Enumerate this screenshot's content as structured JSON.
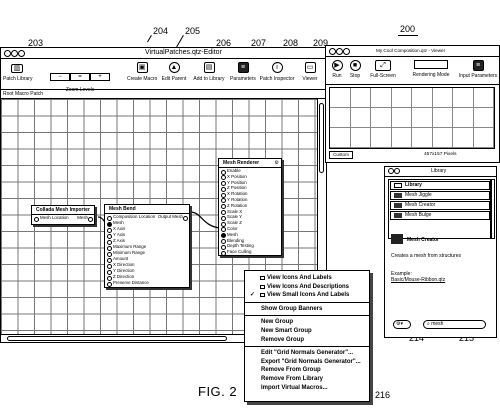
{
  "refs": {
    "r200": "200",
    "r203": "203",
    "r204": "204",
    "r205": "205",
    "r206": "206",
    "r207": "207",
    "r208": "208",
    "r209": "209",
    "r214": "214",
    "r215": "215",
    "r216": "216"
  },
  "figure_label": "FIG. 2",
  "editor": {
    "title": "VirtualPatches.qtz-Editor",
    "toolbar": {
      "patch_library": "Patch Library",
      "zoom_levels": "Zoom Levels",
      "zoom_buttons": [
        "−",
        "=",
        "+"
      ],
      "create_macro": "Create Macro",
      "edit_parent": "Edit Parent",
      "add_to_library": "Add to Library",
      "parameters": "Parameters",
      "patch_inspector": "Patch Inspector",
      "viewer": "Viewer"
    },
    "breadcrumb": "Root Macro Patch"
  },
  "patches": {
    "mesh_importer": {
      "title": "Collada Mesh Importer",
      "port_in": "Mesh Location",
      "port_out": "Mesh"
    },
    "mesh_bend": {
      "title": "Mesh Bend",
      "out_port": "Output Mesh",
      "inputs": [
        "Composition Location",
        "Mesh",
        "X Axis",
        "Y Axis",
        "Z Axis",
        "Maximum Range",
        "Minimum Range",
        "Amount",
        "X Direction",
        "Y Direction",
        "Z Direction",
        "Preserve Distance"
      ]
    },
    "mesh_renderer": {
      "title": "Mesh Renderer",
      "inputs": [
        "Enable",
        "X Position",
        "Y Position",
        "Z Position",
        "X Rotation",
        "Y Rotation",
        "Z Rotation",
        "Scale X",
        "Scale Y",
        "Scale Z",
        "Color",
        "Mesh",
        "Blending",
        "Depth Testing",
        "Face Culling"
      ]
    }
  },
  "context_menu": {
    "view_items": [
      {
        "label": "View Icons And Labels",
        "checked": false
      },
      {
        "label": "View Icons And Descriptions",
        "checked": false
      },
      {
        "label": "View Small Icons And Labels",
        "checked": true
      }
    ],
    "group_banners": "Show Group Banners",
    "group_items": [
      "New Group",
      "New Smart Group",
      "Remove Group"
    ],
    "library_items": [
      "Edit \"Grid Normals Generator\"...",
      "Export \"Grid Normals Generator\"...",
      "Remove From Group",
      "Remove From Library",
      "Import Virtual Macros..."
    ]
  },
  "viewer": {
    "title": "My Cool Composition.qtz - Viewer",
    "toolbar": {
      "run": "Run",
      "stop": "Stop",
      "full_screen": "Full-Screen",
      "rendering_mode": "Rendering Mode",
      "input_parameters": "Input Parameters"
    },
    "size_preset": "Custom",
    "pixels": "457x157 Pixels"
  },
  "library": {
    "title": "Library",
    "group": "Library",
    "items": [
      "Mesh Jiggle",
      "Mesh Creator",
      "Mesh Bulge"
    ],
    "detail_title": "Mesh Creator",
    "detail_desc": "Creates a mesh from structures",
    "example_label": "Example:",
    "example_file": "Basic/Mouse-Ribbon.qtz",
    "search_value": "mesh"
  }
}
